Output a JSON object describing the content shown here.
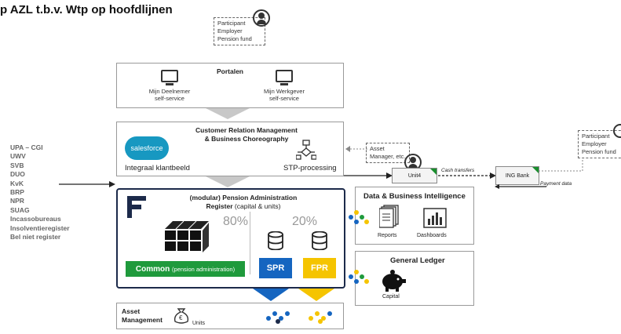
{
  "title": "p AZL t.b.v. Wtp op hoofdlijnen",
  "top_stakeholders": [
    "Participant",
    "Employer",
    "Pension fund"
  ],
  "right_stakeholders": [
    "Participant",
    "Employer",
    "Pension fund"
  ],
  "sources": [
    "UPA – CGI",
    "UWV",
    "SVB",
    "DUO",
    "KvK",
    "BRP",
    "NPR",
    "SUAG",
    "Incassobureaus",
    "Insolventieregister",
    "Bel niet register"
  ],
  "portalen": {
    "title": "Portalen",
    "left_label_1": "Mijn Deelnemer",
    "left_label_2": "self-service",
    "right_label_1": "Mijn Werkgever",
    "right_label_2": "self-service"
  },
  "crm": {
    "title_1": "Customer Relation Management",
    "title_2": "& Business Choreography",
    "logo_text": "salesforce",
    "left_label": "Integraal klantbeeld",
    "right_label": "STP-processing"
  },
  "pension_admin": {
    "title_1": "(modular) Pension Administration",
    "title_2": "Register",
    "title_2_suffix": "(capital & units)",
    "pct_left": "80%",
    "pct_right": "20%",
    "common_label": "Common",
    "common_sub": "(pension administration)",
    "spr_label": "SPR",
    "fpr_label": "FPR",
    "common_color": "#1f9a3c",
    "spr_color": "#1565c0",
    "fpr_color": "#f5c400"
  },
  "asset_mgmt": {
    "title_1": "Asset",
    "title_2": "Management",
    "units_label": "Units"
  },
  "asset_manager": {
    "line1": "Asset",
    "line2": "Manager, etc."
  },
  "unit4": "Unit4",
  "cash_transfers": "Cash transfers",
  "ing_bank": "ING Bank",
  "payment_data": "Payment data",
  "dbi": {
    "title": "Data & Business Intelligence",
    "reports": "Reports",
    "dashboards": "Dashboards"
  },
  "gl": {
    "title": "General Ledger",
    "capital": "Capital"
  },
  "colors": {
    "navy": "#1c2a4a",
    "green": "#1f9a3c",
    "blue": "#1565c0",
    "yellow": "#f5c400",
    "salesforce": "#1798c1"
  }
}
